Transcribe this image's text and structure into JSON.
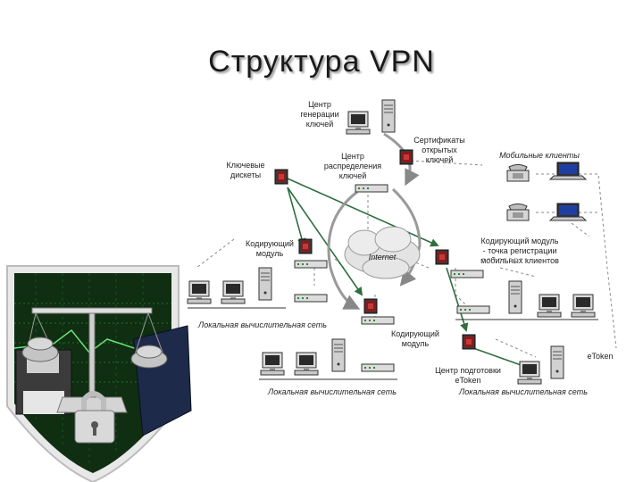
{
  "slide": {
    "title": "Структура VPN"
  },
  "labels": {
    "key_center": [
      "Центр",
      "генерации",
      "ключей"
    ],
    "certificates": [
      "Сертификаты",
      "открытых",
      "ключей"
    ],
    "mobile_clients": "Мобильные клиенты",
    "key_disks": [
      "Ключевые",
      "дискеты"
    ],
    "key_distribution": [
      "Центр",
      "распределения",
      "ключей"
    ],
    "coding_module_left": [
      "Кодирующий",
      "модуль"
    ],
    "coding_module_right": [
      "Кодирующий модуль",
      "- точка регистрации",
      "мобильных клиентов"
    ],
    "internet": "Internet",
    "lan_left": "Локальная вычислительная сеть",
    "coding_module_bottom": [
      "Кодирующий",
      "модуль"
    ],
    "etoken_right": "eToken",
    "training_center": [
      "Центр подготовки",
      "eToken"
    ],
    "lan_bottom": "Локальная вычислительная сеть",
    "lan_right": "Локальная вычислительная сеть"
  },
  "colors": {
    "shield_green": "#1f7a2c",
    "shield_dark": "#0f2e12",
    "arrow_green": "#2f6f3f",
    "dashed_gray": "#888888",
    "module_red": "#8b1a1a"
  },
  "icons": [
    "shield-icon",
    "scales-icon",
    "padlock-icon",
    "floppy-disk-icon",
    "computer-icon",
    "server-icon",
    "laptop-icon",
    "phone-icon",
    "hub-icon",
    "cloud-icon"
  ]
}
